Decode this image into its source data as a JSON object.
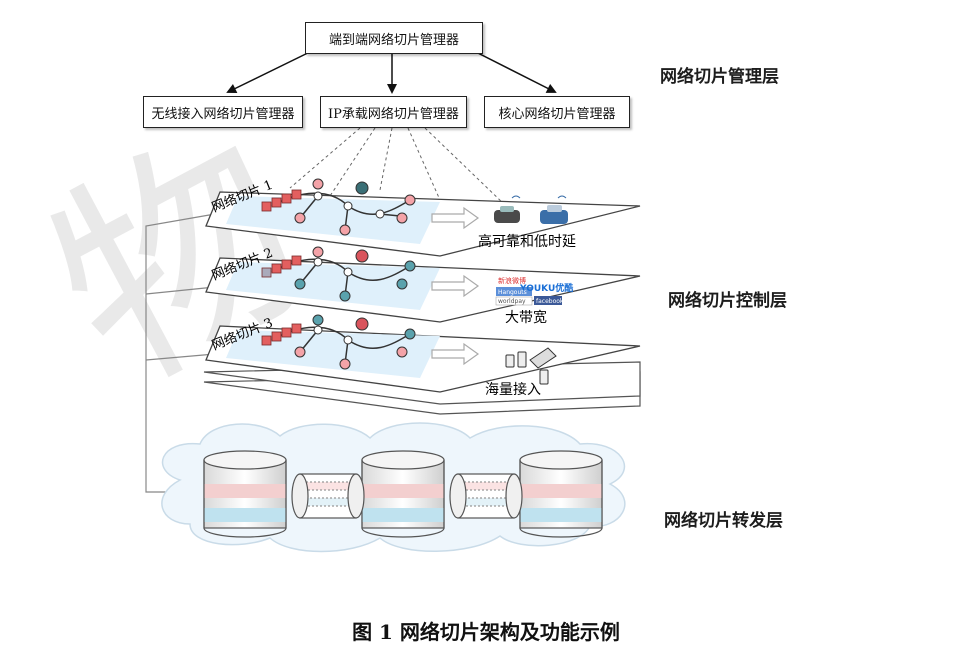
{
  "management": {
    "top": "端到端网络切片管理器",
    "left": "无线接入网络切片管理器",
    "middle": "IP承载网络切片管理器",
    "right": "核心网络切片管理器"
  },
  "layers": {
    "management": "网络切片管理层",
    "control": "网络切片控制层",
    "forwarding": "网络切片转发层"
  },
  "slices": [
    {
      "name": "网络切片 1",
      "service": "高可靠和低时延"
    },
    {
      "name": "网络切片 2",
      "service": "大带宽"
    },
    {
      "name": "网络切片 3",
      "service": "海量接入"
    }
  ],
  "logos": {
    "weibo": "新浪微博",
    "youku": "YOUKU优酷",
    "hangouts": "Hangouts",
    "worldpay": "worldpay",
    "facebook": "facebook"
  },
  "caption": "图 1 网络切片架构及功能示例",
  "watermark": "物"
}
